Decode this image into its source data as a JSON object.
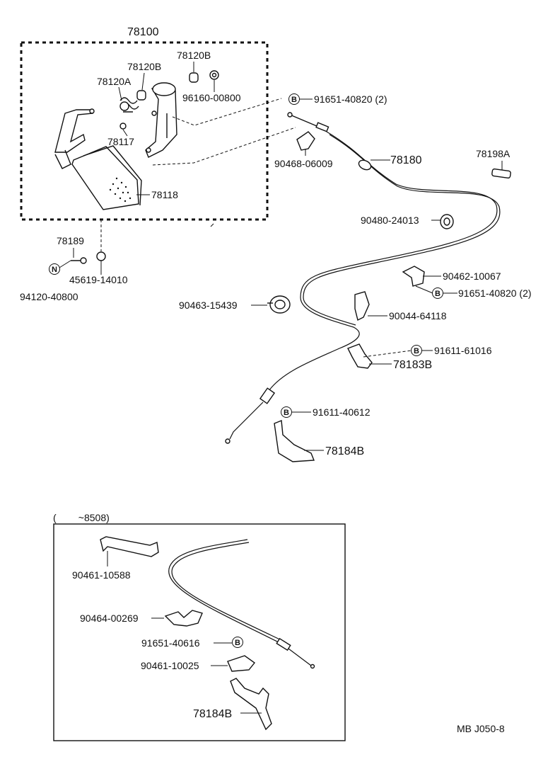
{
  "assembly_label": "78100",
  "parts": {
    "p78120B_a": "78120B",
    "p78120B_b": "78120B",
    "p78120A": "78120A",
    "p96160": "96160-00800",
    "p78117": "78117",
    "p78118": "78118",
    "p78189": "78189",
    "p45619": "45619-14010",
    "p94120": "94120-40800",
    "p91651_top": "91651-40820 (2)",
    "p90468": "90468-06009",
    "p78180": "78180",
    "p78198A": "78198A",
    "p90480": "90480-24013",
    "p90462": "90462-10067",
    "p91651_mid": "91651-40820 (2)",
    "p90463": "90463-15439",
    "p90044": "90044-64118",
    "p91611_61016": "91611-61016",
    "p78183B": "78183B",
    "p91611_40612": "91611-40612",
    "p78184B": "78184B"
  },
  "markers": {
    "b": "B",
    "n": "N"
  },
  "inset": {
    "header": "(        ~8508)",
    "p90461_10588": "90461-10588",
    "p90464": "90464-00269",
    "p91651_40616": "91651-40616",
    "p90461_10025": "90461-10025",
    "p78184B": "78184B"
  },
  "footer_code": "MB J050-8"
}
